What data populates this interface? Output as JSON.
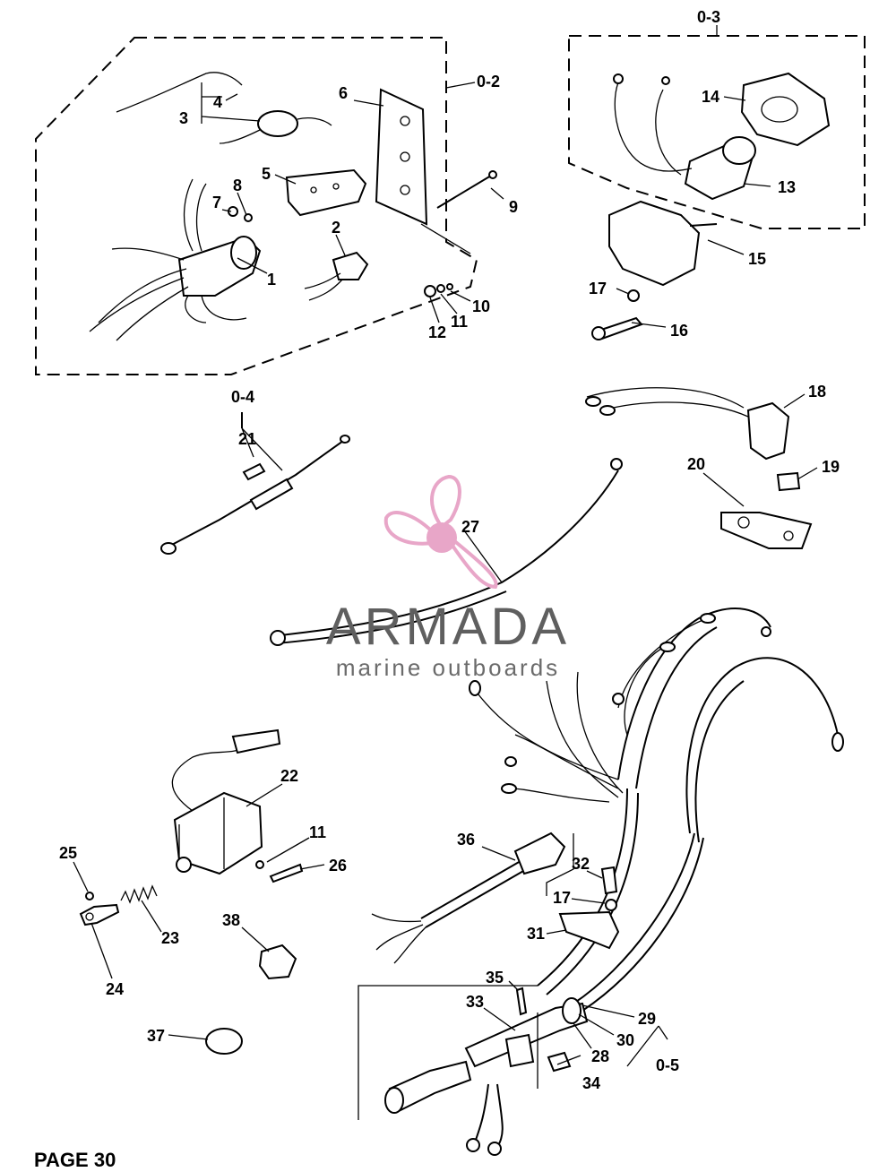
{
  "watermark": {
    "title": "ARMADA",
    "subtitle": "marine outboards",
    "logo_color": "#e8a6c8"
  },
  "footer": {
    "text": "PAGE 30"
  },
  "group_labels": [
    "0-2",
    "0-3",
    "0-4",
    "0-5"
  ],
  "callouts": [
    "1",
    "2",
    "3",
    "4",
    "5",
    "6",
    "7",
    "8",
    "9",
    "10",
    "11",
    "11",
    "12",
    "13",
    "14",
    "15",
    "16",
    "17",
    "17",
    "18",
    "19",
    "20",
    "21",
    "22",
    "23",
    "24",
    "25",
    "26",
    "27",
    "28",
    "29",
    "30",
    "31",
    "32",
    "33",
    "34",
    "35",
    "36",
    "37",
    "38"
  ]
}
